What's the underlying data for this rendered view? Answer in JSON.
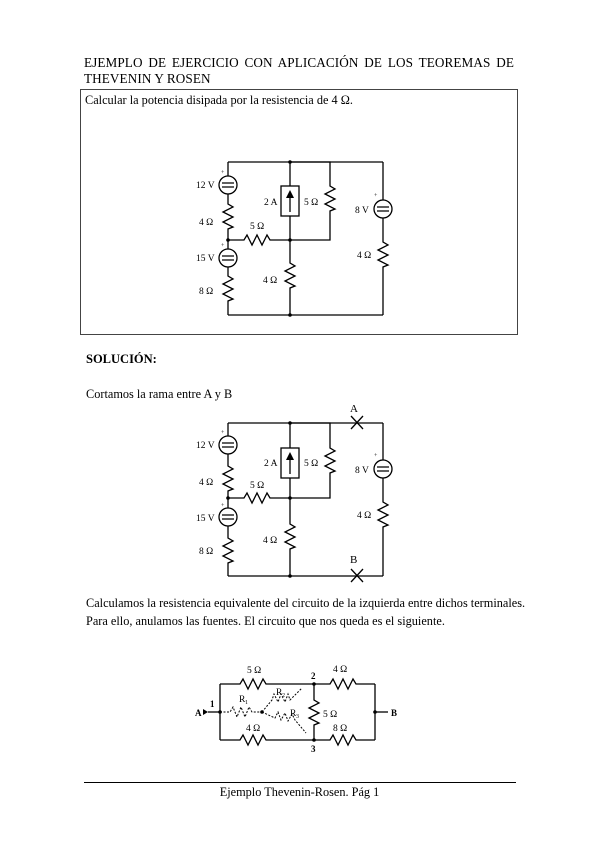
{
  "document": {
    "title": "EJEMPLO DE EJERCICIO CON APLICACIÓN DE LOS TEOREMAS DE THEVENIN Y ROSEN",
    "problem": "Calcular la potencia disipada por la resistencia de 4 Ω.",
    "solution_heading": "SOLUCIÓN:",
    "step1": "Cortamos la rama entre A y B",
    "step2_line1": "Calculamos la resistencia equivalente del circuito de la izquierda entre dichos terminales.",
    "step2_line2": "Para ello, anulamos las fuentes. El circuito que nos queda es el siguiente.",
    "footer": "Ejemplo Thevenin-Rosen. Pág 1"
  },
  "circuit": {
    "v1": "12 V",
    "v2": "15 V",
    "v3": "8 V",
    "i1": "2 A",
    "r_4": "4 Ω",
    "r_5": "5 Ω",
    "r_8": "8 Ω",
    "plus": "+",
    "term_a": "A",
    "term_b": "B"
  },
  "rosen": {
    "r1": "R",
    "r1_sub": "1",
    "r2": "R",
    "r2_sub": "2",
    "r3": "R",
    "r3_sub": "3",
    "node1": "1",
    "node2": "2",
    "node3": "3",
    "term_a": "A",
    "term_b": "B"
  }
}
